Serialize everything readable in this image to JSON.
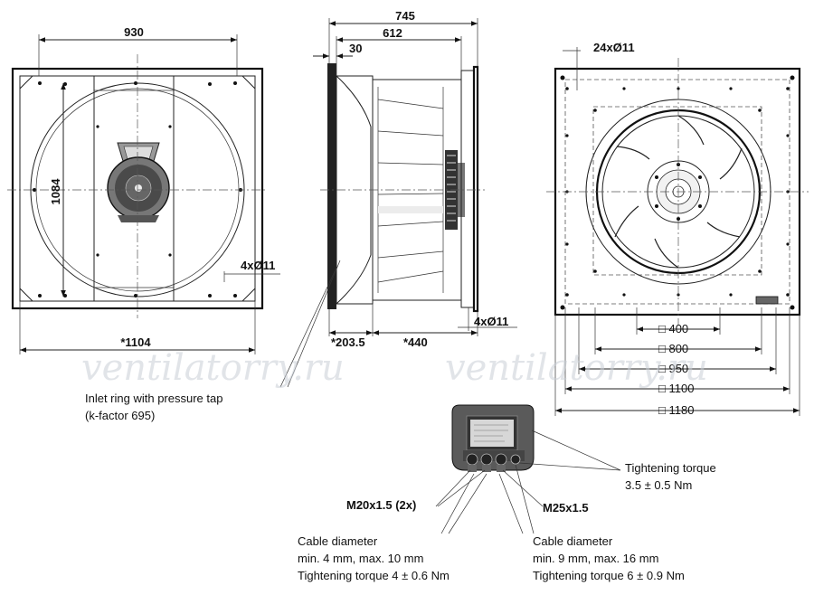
{
  "watermarks": [
    "ventilatorry.ru",
    "ventilatorry.ru"
  ],
  "front_view": {
    "dim_width": "930",
    "dim_height": "1084",
    "dim_overall": "*1104",
    "holes": "4xØ11"
  },
  "side_view": {
    "dim_total": "745",
    "dim_612": "612",
    "dim_30": "30",
    "dim_inlet": "*203.5",
    "dim_outlet": "*440",
    "holes": "4xØ11",
    "inlet_note_line1": "Inlet ring with pressure tap",
    "inlet_note_line2": "(k-factor 695)"
  },
  "back_view": {
    "holes": "24xØ11",
    "squares": [
      "□ 400",
      "□ 800",
      "□ 950",
      "□ 1100",
      "□ 1180"
    ]
  },
  "terminal_box": {
    "gland_small": "M20x1.5 (2x)",
    "gland_large": "M25x1.5",
    "torque_label": "Tightening torque",
    "torque_value": "3.5 ± 0.5 Nm",
    "small_cable": {
      "title": "Cable diameter",
      "range": "min. 4 mm, max. 10 mm",
      "torque": "Tightening torque  4 ± 0.6 Nm"
    },
    "large_cable": {
      "title": "Cable diameter",
      "range": "min. 9 mm, max. 16 mm",
      "torque": "Tightening torque  6 ± 0.9 Nm"
    }
  }
}
